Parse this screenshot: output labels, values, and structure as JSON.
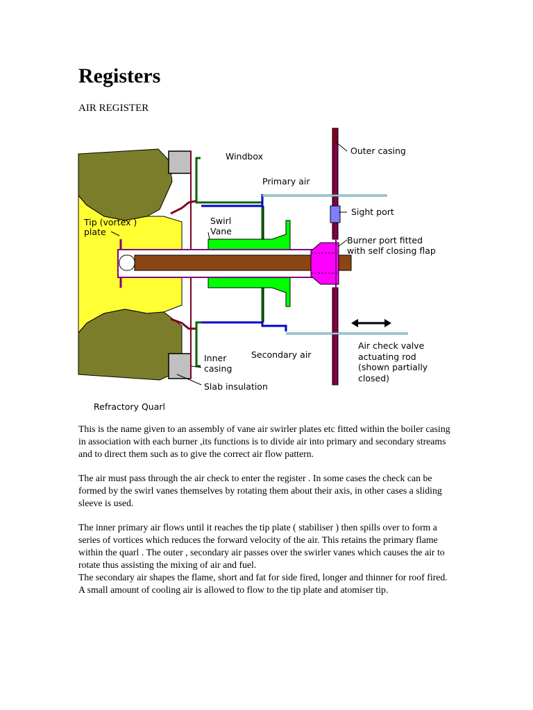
{
  "page": {
    "title": "Registers",
    "subtitle": "AIR REGISTER"
  },
  "diagram": {
    "labels": {
      "windbox": "Windbox",
      "outer_casing": "Outer casing",
      "primary_air": "Primary air",
      "sight_port": "Sight port",
      "tip_plate_1": "Tip (vortex )",
      "tip_plate_2": "plate",
      "swirl_vane_1": "Swirl",
      "swirl_vane_2": "Vane",
      "burner_port_1": "Burner port fitted",
      "burner_port_2": "with self closing flap",
      "air_check_1": "Air check valve",
      "air_check_2": "actuating rod",
      "air_check_3": "(shown partially",
      "air_check_4": "closed)",
      "inner_casing_1": "Inner",
      "inner_casing_2": "casing",
      "secondary_air": "Secondary air",
      "slab_insulation": "Slab insulation",
      "refractory_quarl": "Refractory Quarl"
    },
    "colors": {
      "quarl": "#7b7d2a",
      "tip_plate_zone": "#ffff33",
      "swirl_vane": "#00ff00",
      "burner_port": "#ff00ff",
      "outer_casing": "#800020",
      "atomiser": "#8b4513",
      "sight_port": "#8080ff",
      "casing_blue": "#0000cc",
      "casing_green": "#006400",
      "insulation": "#c0c0c0"
    }
  },
  "body": {
    "paragraph_1": "This is the name given to an assembly of vane air swirler plates etc fitted within the boiler casing in association with each burner ,its functions is to divide air into primary and secondary streams and to direct them such as to give the correct air flow pattern.",
    "paragraph_2": "The air must pass through the air check to enter the register . In some cases the check can be formed by the swirl vanes themselves by rotating them about their axis, in other cases a sliding sleeve is used.",
    "paragraph_3": "The inner primary air flows until it reaches the tip plate ( stabiliser ) then spills over to form a series of vortices which reduces the forward velocity of the air. This retains the primary flame within the quarl . The outer , secondary air passes over the swirler vanes which causes the air to rotate thus assisting the mixing of air and fuel.",
    "paragraph_4": "The secondary air shapes the flame, short and fat for side fired, longer and thinner for roof fired.",
    "paragraph_5": "A small amount of cooling air is allowed to flow to the tip plate and atomiser tip."
  }
}
